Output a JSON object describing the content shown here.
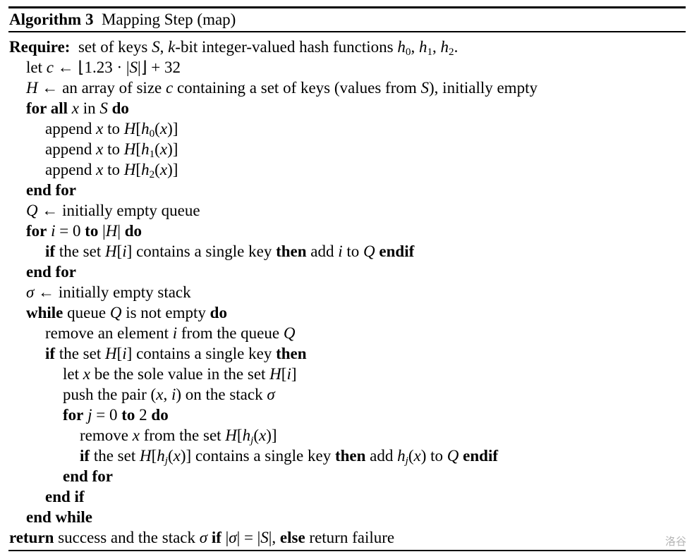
{
  "header": {
    "segments": [
      {
        "t": "Algorithm 3",
        "s": "b"
      },
      {
        "t": "  Mapping Step (map)",
        "s": "r"
      }
    ]
  },
  "watermark": "洛谷",
  "colors": {
    "text": "#000000",
    "rule": "#000000",
    "watermark": "#b5b5b5",
    "background": "#ffffff"
  },
  "lines": [
    {
      "indent": 0,
      "segments": [
        {
          "t": "Require:",
          "s": "b"
        },
        {
          "t": "  set of keys ",
          "s": "r"
        },
        {
          "t": "S",
          "s": "i"
        },
        {
          "t": ", ",
          "s": "r"
        },
        {
          "t": "k",
          "s": "i"
        },
        {
          "t": "-bit integer-valued hash functions ",
          "s": "r"
        },
        {
          "t": "h",
          "s": "i"
        },
        {
          "t": "0",
          "s": "r",
          "sub": true
        },
        {
          "t": ", ",
          "s": "r"
        },
        {
          "t": "h",
          "s": "i"
        },
        {
          "t": "1",
          "s": "r",
          "sub": true
        },
        {
          "t": ", ",
          "s": "r"
        },
        {
          "t": "h",
          "s": "i"
        },
        {
          "t": "2",
          "s": "r",
          "sub": true
        },
        {
          "t": ".",
          "s": "r"
        }
      ]
    },
    {
      "indent": 1,
      "segments": [
        {
          "t": "let ",
          "s": "r"
        },
        {
          "t": "c",
          "s": "i"
        },
        {
          "t": " ← ⌊1.23 · |",
          "s": "r"
        },
        {
          "t": "S",
          "s": "i"
        },
        {
          "t": "|⌋ + 32",
          "s": "r"
        }
      ]
    },
    {
      "indent": 1,
      "segments": [
        {
          "t": "H",
          "s": "i"
        },
        {
          "t": " ← an array of size ",
          "s": "r"
        },
        {
          "t": "c",
          "s": "i"
        },
        {
          "t": " containing a set of keys (values from ",
          "s": "r"
        },
        {
          "t": "S",
          "s": "i"
        },
        {
          "t": "), initially empty",
          "s": "r"
        }
      ]
    },
    {
      "indent": 1,
      "segments": [
        {
          "t": "for all",
          "s": "b"
        },
        {
          "t": " ",
          "s": "r"
        },
        {
          "t": "x",
          "s": "i"
        },
        {
          "t": " in ",
          "s": "r"
        },
        {
          "t": "S",
          "s": "i"
        },
        {
          "t": " ",
          "s": "r"
        },
        {
          "t": "do",
          "s": "b"
        }
      ]
    },
    {
      "indent": 2,
      "segments": [
        {
          "t": "append ",
          "s": "r"
        },
        {
          "t": "x",
          "s": "i"
        },
        {
          "t": " to ",
          "s": "r"
        },
        {
          "t": "H",
          "s": "i"
        },
        {
          "t": "[",
          "s": "r"
        },
        {
          "t": "h",
          "s": "i"
        },
        {
          "t": "0",
          "s": "r",
          "sub": true
        },
        {
          "t": "(",
          "s": "r"
        },
        {
          "t": "x",
          "s": "i"
        },
        {
          "t": ")]",
          "s": "r"
        }
      ]
    },
    {
      "indent": 2,
      "segments": [
        {
          "t": "append ",
          "s": "r"
        },
        {
          "t": "x",
          "s": "i"
        },
        {
          "t": " to ",
          "s": "r"
        },
        {
          "t": "H",
          "s": "i"
        },
        {
          "t": "[",
          "s": "r"
        },
        {
          "t": "h",
          "s": "i"
        },
        {
          "t": "1",
          "s": "r",
          "sub": true
        },
        {
          "t": "(",
          "s": "r"
        },
        {
          "t": "x",
          "s": "i"
        },
        {
          "t": ")]",
          "s": "r"
        }
      ]
    },
    {
      "indent": 2,
      "segments": [
        {
          "t": "append ",
          "s": "r"
        },
        {
          "t": "x",
          "s": "i"
        },
        {
          "t": " to ",
          "s": "r"
        },
        {
          "t": "H",
          "s": "i"
        },
        {
          "t": "[",
          "s": "r"
        },
        {
          "t": "h",
          "s": "i"
        },
        {
          "t": "2",
          "s": "r",
          "sub": true
        },
        {
          "t": "(",
          "s": "r"
        },
        {
          "t": "x",
          "s": "i"
        },
        {
          "t": ")]",
          "s": "r"
        }
      ]
    },
    {
      "indent": 1,
      "segments": [
        {
          "t": "end for",
          "s": "b"
        }
      ]
    },
    {
      "indent": 1,
      "segments": [
        {
          "t": "Q",
          "s": "i"
        },
        {
          "t": " ← initially empty queue",
          "s": "r"
        }
      ]
    },
    {
      "indent": 1,
      "segments": [
        {
          "t": "for",
          "s": "b"
        },
        {
          "t": " ",
          "s": "r"
        },
        {
          "t": "i",
          "s": "i"
        },
        {
          "t": " = 0 ",
          "s": "r"
        },
        {
          "t": "to",
          "s": "b"
        },
        {
          "t": " |",
          "s": "r"
        },
        {
          "t": "H",
          "s": "i"
        },
        {
          "t": "| ",
          "s": "r"
        },
        {
          "t": "do",
          "s": "b"
        }
      ]
    },
    {
      "indent": 2,
      "segments": [
        {
          "t": "if",
          "s": "b"
        },
        {
          "t": " the set ",
          "s": "r"
        },
        {
          "t": "H",
          "s": "i"
        },
        {
          "t": "[",
          "s": "r"
        },
        {
          "t": "i",
          "s": "i"
        },
        {
          "t": "] contains a single key ",
          "s": "r"
        },
        {
          "t": "then",
          "s": "b"
        },
        {
          "t": " add ",
          "s": "r"
        },
        {
          "t": "i",
          "s": "i"
        },
        {
          "t": " to ",
          "s": "r"
        },
        {
          "t": "Q",
          "s": "i"
        },
        {
          "t": " ",
          "s": "r"
        },
        {
          "t": "endif",
          "s": "b"
        }
      ]
    },
    {
      "indent": 1,
      "segments": [
        {
          "t": "end for",
          "s": "b"
        }
      ]
    },
    {
      "indent": 1,
      "segments": [
        {
          "t": "σ",
          "s": "i"
        },
        {
          "t": " ← initially empty stack",
          "s": "r"
        }
      ]
    },
    {
      "indent": 1,
      "segments": [
        {
          "t": "while",
          "s": "b"
        },
        {
          "t": " queue ",
          "s": "r"
        },
        {
          "t": "Q",
          "s": "i"
        },
        {
          "t": " is not empty ",
          "s": "r"
        },
        {
          "t": "do",
          "s": "b"
        }
      ]
    },
    {
      "indent": 2,
      "segments": [
        {
          "t": "remove an element ",
          "s": "r"
        },
        {
          "t": "i",
          "s": "i"
        },
        {
          "t": " from the queue ",
          "s": "r"
        },
        {
          "t": "Q",
          "s": "i"
        }
      ]
    },
    {
      "indent": 2,
      "segments": [
        {
          "t": "if",
          "s": "b"
        },
        {
          "t": " the set ",
          "s": "r"
        },
        {
          "t": "H",
          "s": "i"
        },
        {
          "t": "[",
          "s": "r"
        },
        {
          "t": "i",
          "s": "i"
        },
        {
          "t": "] contains a single key ",
          "s": "r"
        },
        {
          "t": "then",
          "s": "b"
        }
      ]
    },
    {
      "indent": 3,
      "segments": [
        {
          "t": "let ",
          "s": "r"
        },
        {
          "t": "x",
          "s": "i"
        },
        {
          "t": " be the sole value in the set ",
          "s": "r"
        },
        {
          "t": "H",
          "s": "i"
        },
        {
          "t": "[",
          "s": "r"
        },
        {
          "t": "i",
          "s": "i"
        },
        {
          "t": "]",
          "s": "r"
        }
      ]
    },
    {
      "indent": 3,
      "segments": [
        {
          "t": "push the pair (",
          "s": "r"
        },
        {
          "t": "x",
          "s": "i"
        },
        {
          "t": ", ",
          "s": "r"
        },
        {
          "t": "i",
          "s": "i"
        },
        {
          "t": ") on the stack ",
          "s": "r"
        },
        {
          "t": "σ",
          "s": "i"
        }
      ]
    },
    {
      "indent": 3,
      "segments": [
        {
          "t": "for",
          "s": "b"
        },
        {
          "t": " ",
          "s": "r"
        },
        {
          "t": "j",
          "s": "i"
        },
        {
          "t": " = 0 ",
          "s": "r"
        },
        {
          "t": "to",
          "s": "b"
        },
        {
          "t": " 2 ",
          "s": "r"
        },
        {
          "t": "do",
          "s": "b"
        }
      ]
    },
    {
      "indent": 4,
      "segments": [
        {
          "t": "remove ",
          "s": "r"
        },
        {
          "t": "x",
          "s": "i"
        },
        {
          "t": " from the set ",
          "s": "r"
        },
        {
          "t": "H",
          "s": "i"
        },
        {
          "t": "[",
          "s": "r"
        },
        {
          "t": "h",
          "s": "i"
        },
        {
          "t": "j",
          "s": "i",
          "sub": true
        },
        {
          "t": "(",
          "s": "r"
        },
        {
          "t": "x",
          "s": "i"
        },
        {
          "t": ")]",
          "s": "r"
        }
      ]
    },
    {
      "indent": 4,
      "segments": [
        {
          "t": "if",
          "s": "b"
        },
        {
          "t": " the set ",
          "s": "r"
        },
        {
          "t": "H",
          "s": "i"
        },
        {
          "t": "[",
          "s": "r"
        },
        {
          "t": "h",
          "s": "i"
        },
        {
          "t": "j",
          "s": "i",
          "sub": true
        },
        {
          "t": "(",
          "s": "r"
        },
        {
          "t": "x",
          "s": "i"
        },
        {
          "t": ")] contains a single key ",
          "s": "r"
        },
        {
          "t": "then",
          "s": "b"
        },
        {
          "t": " add ",
          "s": "r"
        },
        {
          "t": "h",
          "s": "i"
        },
        {
          "t": "j",
          "s": "i",
          "sub": true
        },
        {
          "t": "(",
          "s": "r"
        },
        {
          "t": "x",
          "s": "i"
        },
        {
          "t": ") to ",
          "s": "r"
        },
        {
          "t": "Q",
          "s": "i"
        },
        {
          "t": " ",
          "s": "r"
        },
        {
          "t": "endif",
          "s": "b"
        }
      ]
    },
    {
      "indent": 3,
      "segments": [
        {
          "t": "end for",
          "s": "b"
        }
      ]
    },
    {
      "indent": 2,
      "segments": [
        {
          "t": "end if",
          "s": "b"
        }
      ]
    },
    {
      "indent": 1,
      "segments": [
        {
          "t": "end while",
          "s": "b"
        }
      ]
    },
    {
      "indent": 0,
      "segments": [
        {
          "t": "return",
          "s": "b"
        },
        {
          "t": " success and the stack ",
          "s": "r"
        },
        {
          "t": "σ",
          "s": "i"
        },
        {
          "t": " ",
          "s": "r"
        },
        {
          "t": "if",
          "s": "b"
        },
        {
          "t": " |",
          "s": "r"
        },
        {
          "t": "σ",
          "s": "i"
        },
        {
          "t": "| = |",
          "s": "r"
        },
        {
          "t": "S",
          "s": "i"
        },
        {
          "t": "|, ",
          "s": "r"
        },
        {
          "t": "else",
          "s": "b"
        },
        {
          "t": " return failure",
          "s": "r"
        }
      ]
    }
  ]
}
